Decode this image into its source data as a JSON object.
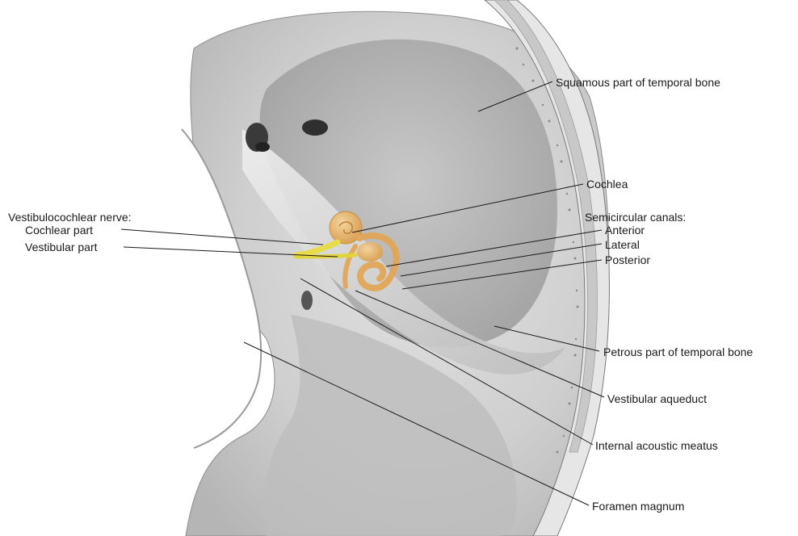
{
  "labels": {
    "squamous": "Squamous part of temporal bone",
    "cochlea": "Cochlea",
    "vestibulocochlear_header": "Vestibulocochlear nerve:",
    "cochlear_part": "Cochlear part",
    "vestibular_part": "Vestibular part",
    "semicircular_header": "Semicircular canals:",
    "anterior": "Anterior",
    "lateral": "Lateral",
    "posterior": "Posterior",
    "petrous": "Petrous part of temporal bone",
    "vestibular_aqueduct": "Vestibular aqueduct",
    "internal_acoustic_meatus": "Internal acoustic meatus",
    "foramen_magnum": "Foramen magnum"
  },
  "colors": {
    "bone": "#d4d4d4",
    "bone_dark": "#9a9a9a",
    "inner_ear": "#e9b46a",
    "nerve": "#e8dc4a",
    "leader_line": "#1a1a1a"
  }
}
